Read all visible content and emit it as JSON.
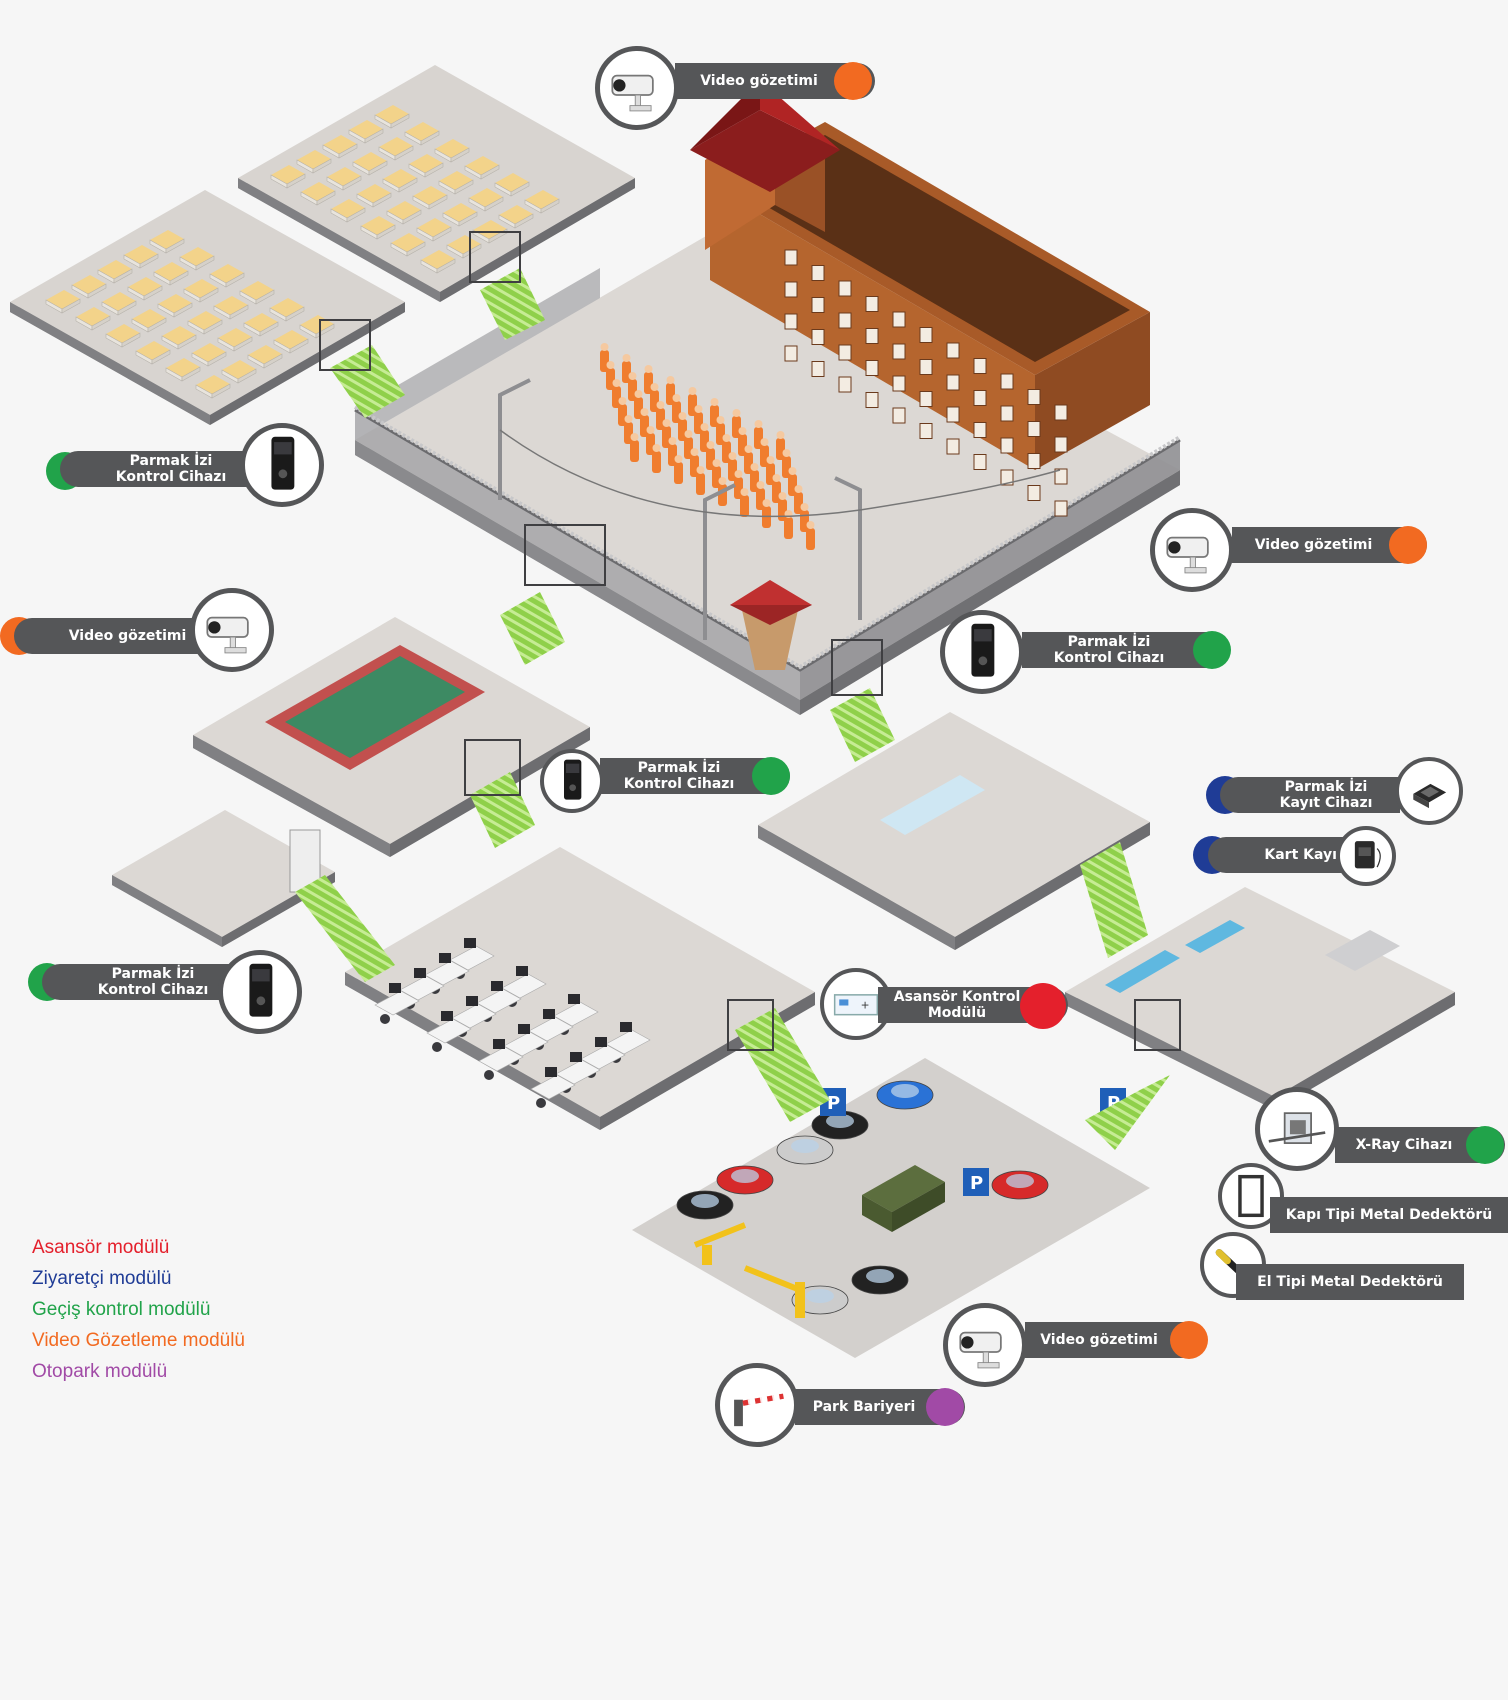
{
  "callouts": {
    "video_top": "Video gözetimi",
    "video_right": "Video gözetimi",
    "video_left": "Video gözetimi",
    "video_bottom": "Video gözetimi",
    "fp_top_left": "Parmak İzi\nKontrol Cihazı",
    "fp_mid_right": "Parmak İzi\nKontrol Cihazı",
    "fp_mid_center": "Parmak İzi\nKontrol Cihazı",
    "fp_low_left": "Parmak İzi\nKontrol Cihazı",
    "fp_register": "Parmak İzi\nKayıt Cihazı",
    "card_register": "Kart Kayıt",
    "elevator": "Asansör Kontrol\nModülü",
    "xray": "X-Ray Cihazı",
    "door_metal": "Kapı Tipi Metal Dedektörü",
    "hand_metal": "El Tipi Metal Dedektörü",
    "park_barrier": "Park Bariyeri"
  },
  "legend": [
    {
      "label": "Asansör modülü",
      "color": "#e4202c"
    },
    {
      "label": "Ziyaretçi modülü",
      "color": "#1f3c96"
    },
    {
      "label": "Geçiş kontrol modülü",
      "color": "#21a34a"
    },
    {
      "label": "Video Gözetleme modülü",
      "color": "#f26a21"
    },
    {
      "label": "Otopark modülü",
      "color": "#a14aa6"
    }
  ],
  "colors": {
    "video": "#f26a21",
    "access": "#21a34a",
    "visitor": "#1f3c96",
    "elevator": "#e4202c",
    "parking": "#a14aa6",
    "callout_bg": "#555658"
  },
  "icons": {
    "video": "security-camera-icon",
    "fingerprint": "fingerprint-terminal-icon",
    "fp_register": "fingerprint-scanner-icon",
    "card": "card-reader-icon",
    "elevator": "elevator-controller-icon",
    "xray": "xray-scanner-icon",
    "door_metal": "walkthrough-metal-detector-icon",
    "hand_metal": "hand-metal-detector-icon",
    "barrier": "parking-barrier-icon"
  }
}
